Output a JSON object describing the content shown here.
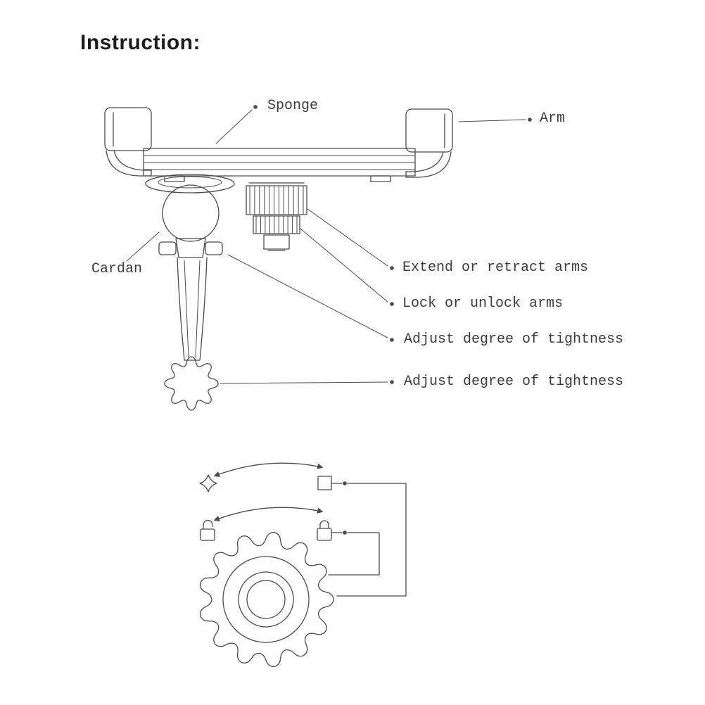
{
  "page": {
    "title": "Instruction:"
  },
  "labels": {
    "sponge": "Sponge",
    "arm": "Arm",
    "cardan": "Cardan",
    "extend_arms": "Extend or retract arms",
    "lock_arms": "Lock or unlock arms",
    "adjust_tightness_1": "Adjust degree of tightness",
    "adjust_tightness_2": "Adjust degree of tightness"
  },
  "icons": {
    "rotate_top": "double-curved-arrow-icon",
    "rotate_bottom": "double-curved-arrow-icon",
    "star": "four-point-star-icon",
    "square": "square-icon",
    "padlock_open": "open-padlock-icon",
    "padlock_closed": "closed-padlock-icon"
  },
  "colors": {
    "line": "#4a4a4a",
    "text": "#3c3c3c",
    "title": "#1d1d1d",
    "background": "#ffffff"
  }
}
